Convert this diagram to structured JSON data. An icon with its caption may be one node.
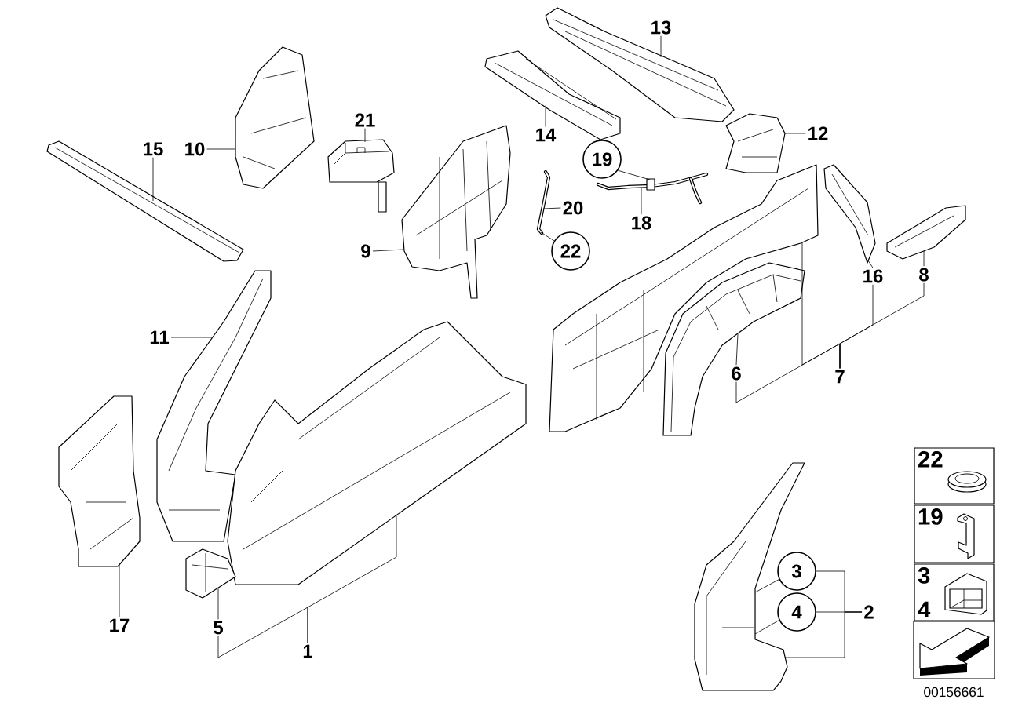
{
  "diagram": {
    "nodes": [
      {
        "text": [
          "13"
        ]
      },
      {
        "text": [],
        "shape": "picture"
      },
      {
        "text": [
          "14"
        ]
      },
      {
        "text": [],
        "shape": "picture"
      },
      {
        "text": [
          "21"
        ]
      },
      {
        "text": [],
        "shape": "picture"
      },
      {
        "text": [
          "15"
        ]
      },
      {
        "text": [],
        "shape": "picture"
      },
      {
        "text": [
          "10"
        ]
      },
      {
        "text": [],
        "shape": "picture"
      },
      {
        "text": [
          "12"
        ]
      },
      {
        "text": [],
        "shape": "picture"
      },
      {
        "text": [
          "19"
        ]
      },
      {
        "text": [],
        "shape": "picture"
      },
      {
        "text": [
          "18"
        ]
      },
      {
        "text": [
          "20"
        ]
      },
      {
        "text": [],
        "shape": "picture"
      },
      {
        "text": [
          "22"
        ]
      },
      {
        "text": [
          "9"
        ]
      },
      {
        "text": [],
        "shape": "picture"
      },
      {
        "text": [],
        "shape": "picture"
      },
      {
        "text": [
          "16"
        ]
      },
      {
        "text": [],
        "shape": "picture"
      },
      {
        "text": [
          "8"
        ]
      },
      {
        "text": [],
        "shape": "picture"
      },
      {
        "text": [],
        "shape": "picture"
      },
      {
        "text": [
          "6"
        ]
      },
      {
        "text": [
          "7"
        ]
      },
      {
        "text": [
          "11"
        ]
      },
      {
        "text": [],
        "shape": "picture"
      },
      {
        "text": [],
        "shape": "picture"
      },
      {
        "text": [],
        "shape": "picture"
      },
      {
        "text": [],
        "shape": "picture"
      },
      {
        "text": [
          "17"
        ]
      },
      {
        "text": [
          "5"
        ]
      },
      {
        "text": [
          "1"
        ]
      },
      {
        "text": [],
        "shape": "picture"
      },
      {
        "text": [
          "3"
        ]
      },
      {
        "text": [
          "4"
        ]
      },
      {
        "text": [
          "2"
        ]
      },
      {
        "text": [
          "22"
        ]
      },
      {
        "text": [
          "19"
        ]
      },
      {
        "text": [
          "3",
          "4"
        ]
      },
      {
        "text": [],
        "shape": "box"
      }
    ],
    "edges": [
      {
        "from": 0,
        "to": 1,
        "arrow": "none"
      },
      {
        "from": 2,
        "to": 3,
        "arrow": "none"
      },
      {
        "from": 4,
        "to": 5,
        "arrow": "none"
      },
      {
        "from": 6,
        "to": 7,
        "arrow": "none"
      },
      {
        "from": 8,
        "to": 9,
        "arrow": "none"
      },
      {
        "from": 10,
        "to": 11,
        "arrow": "none"
      },
      {
        "from": 12,
        "to": 13,
        "arrow": "none"
      },
      {
        "from": 14,
        "to": 13,
        "arrow": "none"
      },
      {
        "from": 15,
        "to": 16,
        "arrow": "none"
      },
      {
        "from": 17,
        "to": 16,
        "arrow": "none"
      },
      {
        "from": 18,
        "to": 19,
        "arrow": "none"
      },
      {
        "from": 21,
        "to": 20,
        "arrow": "none"
      },
      {
        "from": 23,
        "to": 22,
        "arrow": "none"
      },
      {
        "from": 26,
        "to": 25,
        "arrow": "none"
      },
      {
        "from": 27,
        "to": 24,
        "arrow": "none"
      },
      {
        "from": 27,
        "to": 26,
        "arrow": "none"
      },
      {
        "from": 27,
        "to": 21,
        "arrow": "none"
      },
      {
        "from": 27,
        "to": 23,
        "arrow": "none"
      },
      {
        "from": 28,
        "to": 29,
        "arrow": "none"
      },
      {
        "from": 33,
        "to": 30,
        "arrow": "none"
      },
      {
        "from": 34,
        "to": 32,
        "arrow": "none"
      },
      {
        "from": 35,
        "to": 31,
        "arrow": "none"
      },
      {
        "from": 35,
        "to": 34,
        "arrow": "none"
      },
      {
        "from": 37,
        "to": 36,
        "arrow": "none"
      },
      {
        "from": 38,
        "to": 36,
        "arrow": "none"
      },
      {
        "from": 39,
        "to": 37,
        "arrow": "none"
      },
      {
        "from": 39,
        "to": 38,
        "arrow": "none"
      },
      {
        "from": 39,
        "to": 36,
        "arrow": "none"
      }
    ],
    "labels": [
      "00156661"
    ]
  }
}
